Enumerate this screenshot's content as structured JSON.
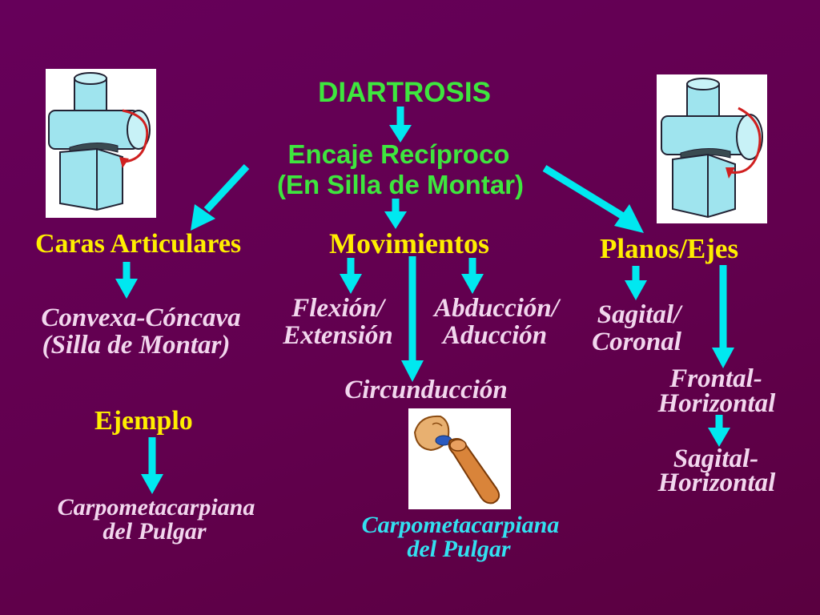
{
  "diagram": {
    "title": "DIARTROSIS",
    "subtitle_line1": "Encaje Recíproco",
    "subtitle_line2": "(En Silla de Montar)",
    "branches": {
      "caras": {
        "heading": "Caras Articulares",
        "detail_line1": "Convexa-Cóncava",
        "detail_line2": "(Silla de Montar)",
        "example_heading": "Ejemplo",
        "example_line1": "Carpometacarpiana",
        "example_line2": "del Pulgar"
      },
      "movimientos": {
        "heading": "Movimientos",
        "flexion_line1": "Flexión/",
        "flexion_line2": "Extensión",
        "abduccion_line1": "Abducción/",
        "abduccion_line2": "Aducción",
        "circunduccion": "Circunducción",
        "caption_line1": "Carpometacarpiana",
        "caption_line2": "del Pulgar"
      },
      "planos": {
        "heading": "Planos/Ejes",
        "plane1_line1": "Sagital/",
        "plane1_line2": "Coronal",
        "plane2_line1": "Frontal-",
        "plane2_line2": "Horizontal",
        "plane3_line1": "Sagital-",
        "plane3_line2": "Horizontal"
      }
    }
  },
  "colors": {
    "background": "#62004e",
    "title_green": "#3ee63e",
    "heading_yellow": "#ffee00",
    "detail_text": "#f2d7ee",
    "caption_cyan": "#33e0f0",
    "arrow_cyan": "#00e8f0",
    "joint_model_blue": "#9fe4ee",
    "bone_orange": "#d9843a"
  },
  "icons": {
    "joint_model_left": "saddle-joint-model-icon",
    "joint_model_right": "saddle-joint-model-rotated-icon",
    "thumb_bone": "thumb-carpometacarpal-bone-icon"
  }
}
